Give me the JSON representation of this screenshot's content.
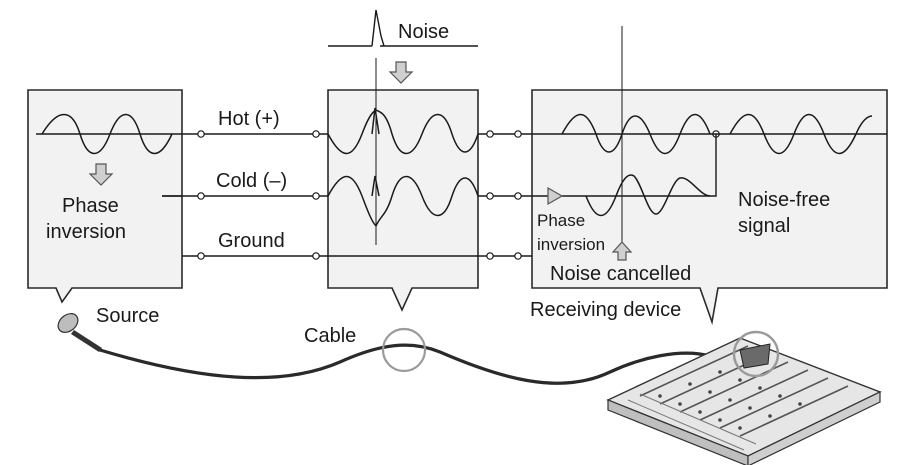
{
  "labels": {
    "noise": "Noise",
    "hot": "Hot (+)",
    "cold": "Cold (–)",
    "ground": "Ground",
    "phase_inversion_line1": "Phase",
    "phase_inversion_line2": "inversion",
    "rx_phase_line1": "Phase",
    "rx_phase_line2": "inversion",
    "noise_free_line1": "Noise-free",
    "noise_free_line2": "signal",
    "noise_cancelled": "Noise cancelled",
    "source": "Source",
    "cable": "Cable",
    "receiving_device": "Receiving device"
  }
}
